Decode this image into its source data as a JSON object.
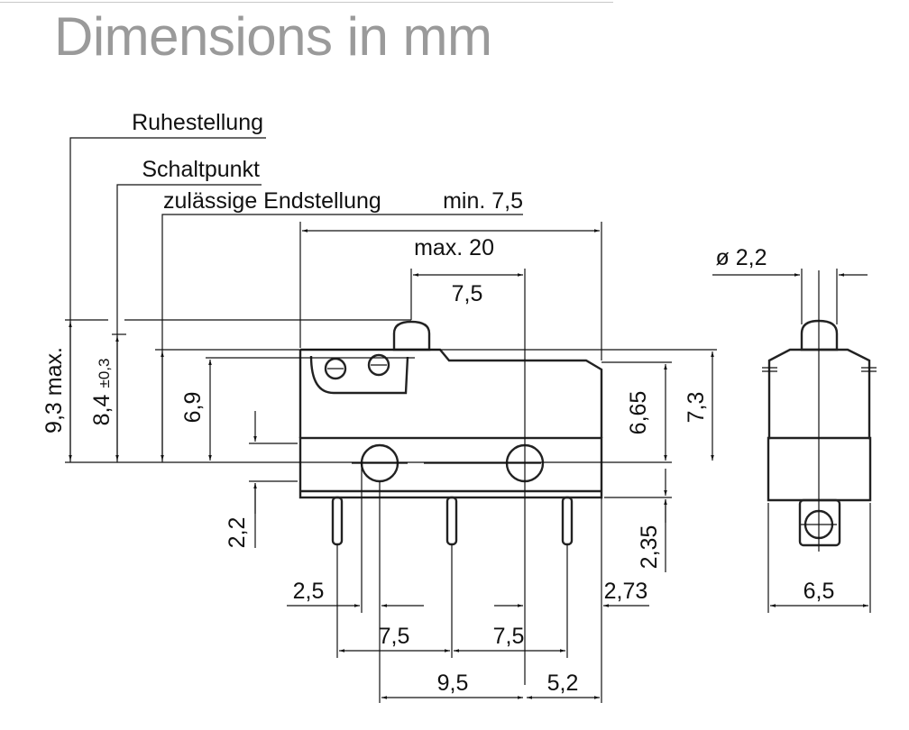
{
  "title": "Dimensions in mm",
  "labels": {
    "rest_position": "Ruhestellung",
    "switching_point": "Schaltpunkt",
    "end_position": "zulässige Endstellung",
    "end_position_value": "min. 7,5",
    "max_length": "max. 20",
    "plunger_offset": "7,5",
    "height_max": "9,3 max.",
    "switch_height": "8,4",
    "switch_tolerance": "±0,3",
    "end_height": "6,9",
    "body_height": "6,65",
    "total_height": "7,3",
    "hole_offset": "2,2",
    "terminal_length": "2,35",
    "hole_diameter": "ø 2,2",
    "pin_edge": "2,5",
    "pin_pitch_1": "7,5",
    "pin_pitch_2": "7,5",
    "hole_pitch": "9,5",
    "edge_offset": "5,2",
    "right_edge": "2,73",
    "width": "6,5"
  }
}
